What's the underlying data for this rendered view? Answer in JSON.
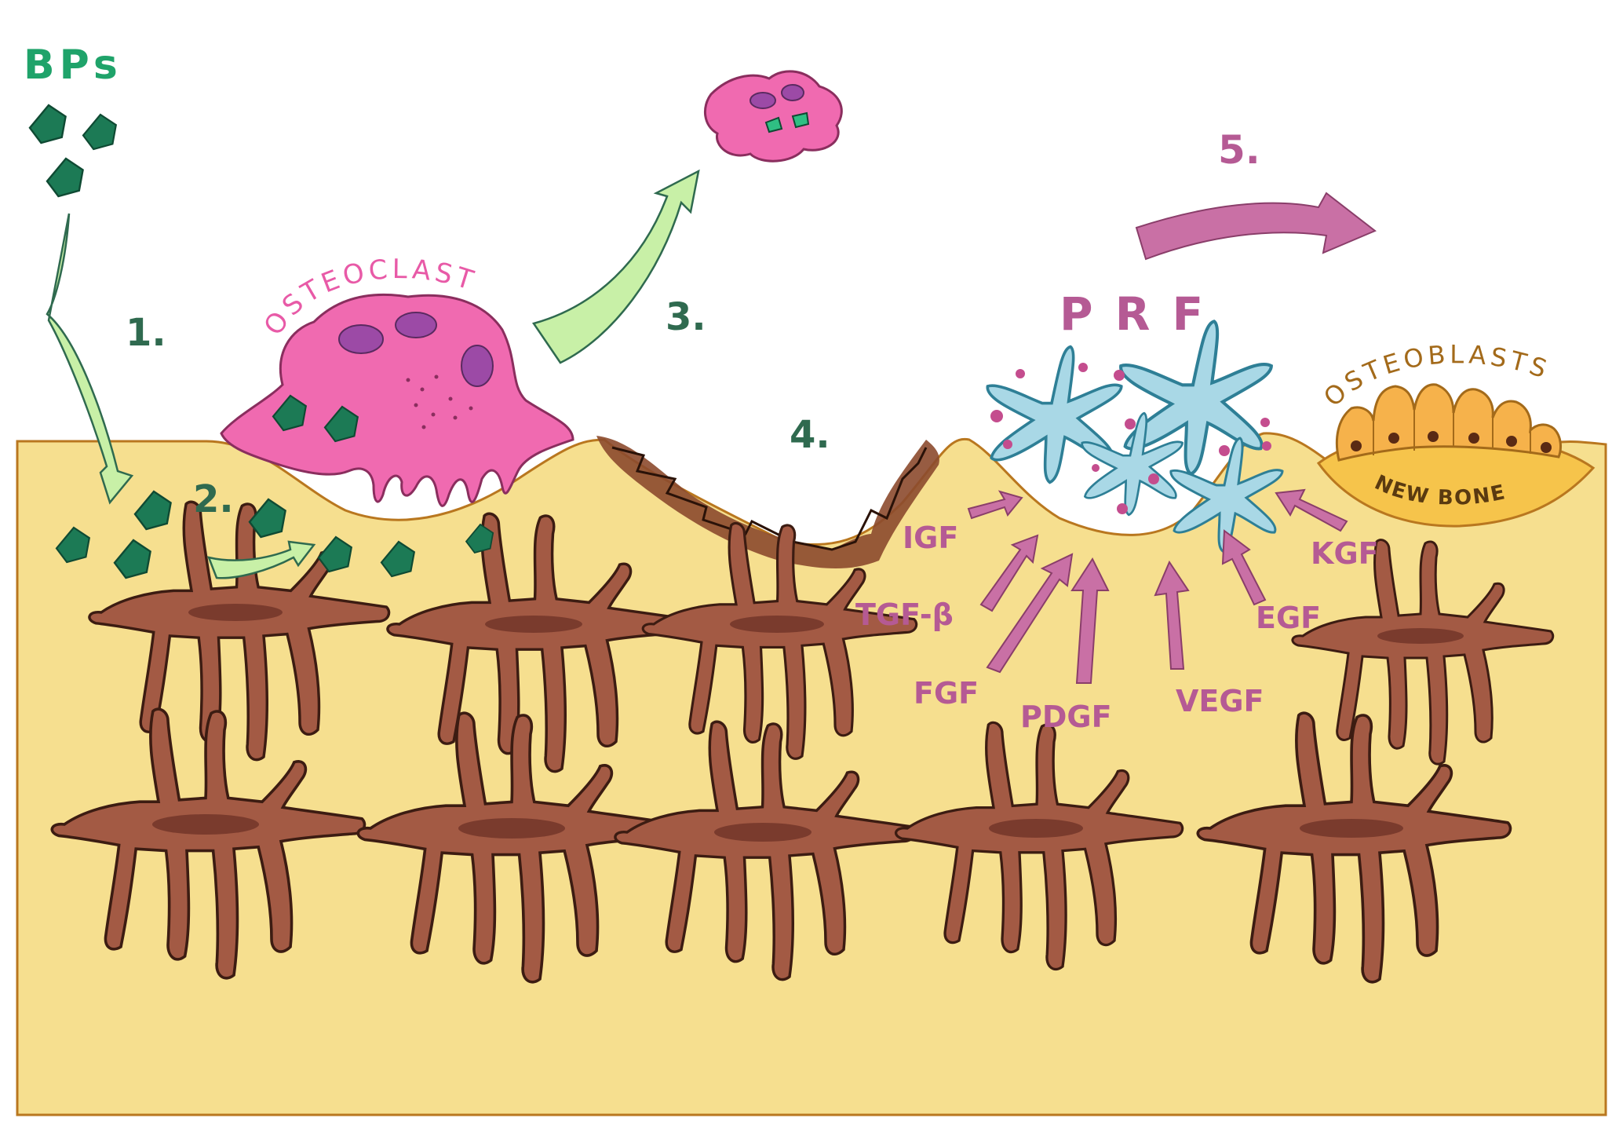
{
  "labels": {
    "bps": "BPs",
    "step1": "1.",
    "step2": "2.",
    "step3": "3.",
    "step4": "4.",
    "step5": "5.",
    "prf": "P R F",
    "osteoclast": "OSTEOCLAST",
    "osteoblasts": "OSTEOBLASTS",
    "new_bone": "NEW BONE"
  },
  "growth_factors": [
    "IGF",
    "TGF-β",
    "FGF",
    "PDGF",
    "VEGF",
    "EGF",
    "KGF"
  ],
  "colors": {
    "bone": "#f6df8f",
    "bone_edge": "#b9771f",
    "osteocyte": "#a35a44",
    "osteocyte_edge": "#3c1c12",
    "osteocyte_nucleus": "#7a3b2d",
    "bp_green": "#1c7a55",
    "label_green": "#2f6a4f",
    "bps_green": "#1fa36a",
    "arrow_green": "#c8f0a7",
    "osteoclast_pink": "#f06ab0",
    "osteoclast_nucleus": "#9c4aa6",
    "prf_purple": "#b55a94",
    "factor_arrow": "#c970a5",
    "prf_cell": "#a9d8e6",
    "prf_cell_edge": "#2e7f96",
    "osteoblast": "#f6b24b",
    "osteoblast_edge": "#a36a1a",
    "necrotic": "#8c4a2e"
  }
}
